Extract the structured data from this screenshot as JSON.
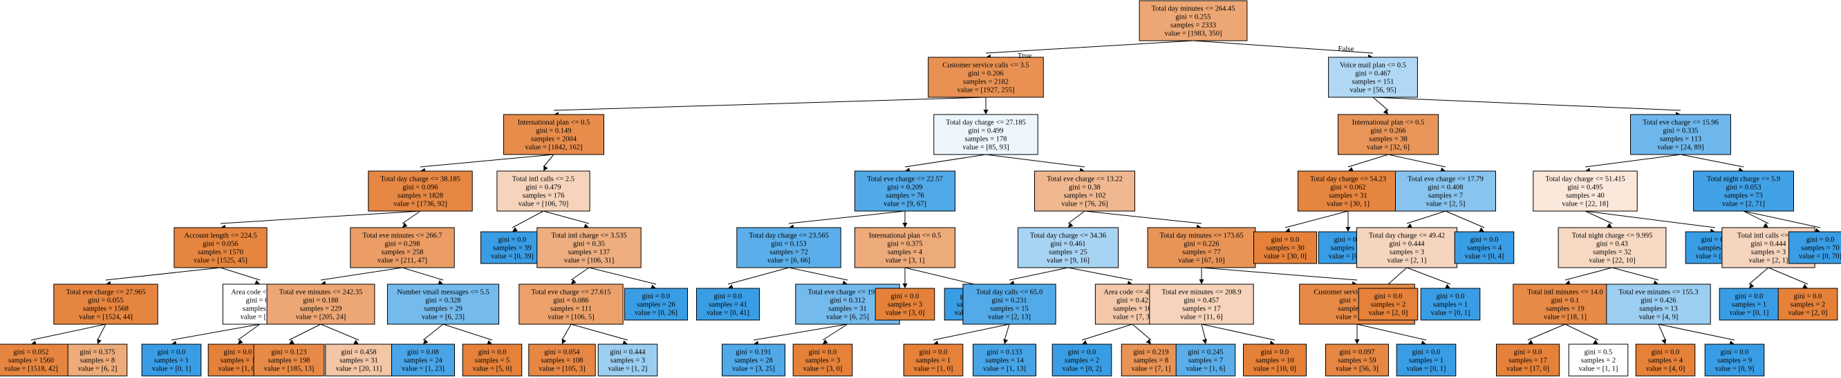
{
  "tree": {
    "root_true_label": "True",
    "root_false_label": "False",
    "colors": {
      "orange_strong": "#e58139",
      "blue_strong": "#399de5",
      "white": "#ffffff"
    },
    "nodes": [
      {
        "id": "n0",
        "class": "orange",
        "purity": 0.7,
        "lines": [
          "Total day minutes <= 264.45",
          "gini = 0.255",
          "samples = 2333",
          "value = [1983, 350]"
        ]
      },
      {
        "id": "n1",
        "class": "orange",
        "purity": 0.87,
        "lines": [
          "Customer service calls <= 3.5",
          "gini = 0.206",
          "samples = 2182",
          "value = [1927, 255]"
        ]
      },
      {
        "id": "n2",
        "class": "blue",
        "purity": 0.4,
        "lines": [
          "Voice mail plan <= 0.5",
          "gini = 0.467",
          "samples = 151",
          "value = [56, 95]"
        ]
      },
      {
        "id": "n3",
        "class": "orange",
        "purity": 0.91,
        "lines": [
          "International plan <= 0.5",
          "gini = 0.149",
          "samples = 2004",
          "value = [1842, 162]"
        ]
      },
      {
        "id": "n4",
        "class": "blue",
        "purity": 0.09,
        "lines": [
          "Total day charge <= 27.185",
          "gini = 0.499",
          "samples = 178",
          "value = [85, 93]"
        ]
      },
      {
        "id": "n5",
        "class": "orange",
        "purity": 0.84,
        "lines": [
          "International plan <= 0.5",
          "gini = 0.266",
          "samples = 38",
          "value = [32, 6]"
        ]
      },
      {
        "id": "n6",
        "class": "blue",
        "purity": 0.73,
        "lines": [
          "Total eve charge <= 15.96",
          "gini = 0.335",
          "samples = 113",
          "value = [24, 89]"
        ]
      },
      {
        "id": "n7",
        "class": "orange",
        "purity": 0.95,
        "lines": [
          "Total day charge <= 38.185",
          "gini = 0.096",
          "samples = 1828",
          "value = [1736, 92]"
        ]
      },
      {
        "id": "n8",
        "class": "orange",
        "purity": 0.34,
        "lines": [
          "Total intl calls <= 2.5",
          "gini = 0.479",
          "samples = 176",
          "value = [106, 70]"
        ]
      },
      {
        "id": "n9",
        "class": "blue",
        "purity": 0.88,
        "lines": [
          "Total eve charge <= 22.57",
          "gini = 0.209",
          "samples = 76",
          "value = [9, 67]"
        ]
      },
      {
        "id": "n10",
        "class": "orange",
        "purity": 0.56,
        "lines": [
          "Total eve charge <= 13.22",
          "gini = 0.38",
          "samples = 102",
          "value = [76, 26]"
        ]
      },
      {
        "id": "n11",
        "class": "orange",
        "purity": 0.97,
        "lines": [
          "Total day charge <= 54.23",
          "gini = 0.062",
          "samples = 31",
          "value = [30, 1]"
        ]
      },
      {
        "id": "n12",
        "class": "blue",
        "purity": 0.6,
        "lines": [
          "Total eve charge <= 17.79",
          "gini = 0.408",
          "samples = 7",
          "value = [2, 5]"
        ]
      },
      {
        "id": "n13",
        "class": "orange",
        "purity": 0.18,
        "lines": [
          "Total day charge <= 51.415",
          "gini = 0.495",
          "samples = 40",
          "value = [22, 18]"
        ]
      },
      {
        "id": "n14",
        "class": "blue",
        "purity": 0.96,
        "lines": [
          "Total night charge <= 5.9",
          "gini = 0.053",
          "samples = 73",
          "value = [2, 71]"
        ]
      },
      {
        "id": "n15",
        "class": "orange",
        "purity": 0.97,
        "lines": [
          "Account length <= 224.5",
          "gini = 0.056",
          "samples = 1570",
          "value = [1525, 45]"
        ]
      },
      {
        "id": "n16",
        "class": "orange",
        "purity": 0.78,
        "lines": [
          "Total eve minutes <= 266.7",
          "gini = 0.298",
          "samples = 258",
          "value = [211, 47]"
        ]
      },
      {
        "id": "n17",
        "class": "blue",
        "purity": 1.0,
        "lines": [
          "gini = 0.0",
          "samples = 39",
          "value = [0, 39]"
        ]
      },
      {
        "id": "n18",
        "class": "orange",
        "purity": 0.64,
        "lines": [
          "Total intl charge <= 3.535",
          "gini = 0.35",
          "samples = 137",
          "value = [106, 31]"
        ]
      },
      {
        "id": "n19",
        "class": "blue",
        "purity": 0.83,
        "lines": [
          "Total day charge <= 23.565",
          "gini = 0.153",
          "samples = 72",
          "value = [6, 66]"
        ]
      },
      {
        "id": "n20",
        "class": "orange",
        "purity": 0.67,
        "lines": [
          "International plan <= 0.5",
          "gini = 0.375",
          "samples = 4",
          "value = [3, 1]"
        ]
      },
      {
        "id": "n21",
        "class": "blue",
        "purity": 0.44,
        "lines": [
          "Total day charge <= 34.36",
          "gini = 0.461",
          "samples = 25",
          "value = [9, 16]"
        ]
      },
      {
        "id": "n22",
        "class": "orange",
        "purity": 0.85,
        "lines": [
          "Total day minutes <= 173.65",
          "gini = 0.226",
          "samples = 77",
          "value = [67, 10]"
        ]
      },
      {
        "id": "n23",
        "class": "orange",
        "purity": 1.0,
        "lines": [
          "gini = 0.0",
          "samples = 30",
          "value = [30, 0]"
        ]
      },
      {
        "id": "n24",
        "class": "blue",
        "purity": 1.0,
        "lines": [
          "gini = 0.0",
          "samples = 1",
          "value = [0, 1]"
        ]
      },
      {
        "id": "n25",
        "class": "orange",
        "purity": 0.33,
        "lines": [
          "Total day charge <= 49.42",
          "gini = 0.444",
          "samples = 3",
          "value = [2, 1]"
        ]
      },
      {
        "id": "n26",
        "class": "blue",
        "purity": 1.0,
        "lines": [
          "gini = 0.0",
          "samples = 4",
          "value = [0, 4]"
        ]
      },
      {
        "id": "n27",
        "class": "orange",
        "purity": 0.31,
        "lines": [
          "Total night charge <= 9.995",
          "gini = 0.43",
          "samples = 32",
          "value = [22, 10]"
        ]
      },
      {
        "id": "n28",
        "class": "blue",
        "purity": 1.0,
        "lines": [
          "gini = 0.0",
          "samples = 8",
          "value = [0, 8]"
        ]
      },
      {
        "id": "n29",
        "class": "orange",
        "purity": 0.33,
        "lines": [
          "Total intl calls <= 2.5",
          "gini = 0.444",
          "samples = 3",
          "value = [2, 1]"
        ]
      },
      {
        "id": "n30",
        "class": "blue",
        "purity": 1.0,
        "lines": [
          "gini = 0.0",
          "samples = 70",
          "value = [0, 70]"
        ]
      },
      {
        "id": "n31",
        "class": "orange",
        "purity": 0.97,
        "lines": [
          "Total eve charge <= 27.965",
          "gini = 0.055",
          "samples = 1568",
          "value = [1524, 44]"
        ]
      },
      {
        "id": "n32",
        "class": "white",
        "purity": 0.0,
        "lines": [
          "Area code <= 462.5",
          "gini = 0.5",
          "samples = 2",
          "value = [1, 1]"
        ]
      },
      {
        "id": "n33",
        "class": "orange",
        "purity": 0.7,
        "lines": [
          "Total eve minutes <= 242.35",
          "gini = 0.188",
          "samples = 229",
          "value = [205, 24]"
        ]
      },
      {
        "id": "n34",
        "class": "blue",
        "purity": 0.7,
        "lines": [
          "Number vmail messages <= 5.5",
          "gini = 0.328",
          "samples = 29",
          "value = [6, 23]"
        ]
      },
      {
        "id": "n35",
        "class": "orange",
        "purity": 0.75,
        "lines": [
          "Total eve charge <= 27.615",
          "gini = 0.086",
          "samples = 111",
          "value = [106, 5]"
        ]
      },
      {
        "id": "n36",
        "class": "blue",
        "purity": 1.0,
        "lines": [
          "gini = 0.0",
          "samples = 26",
          "value = [0, 26]"
        ]
      },
      {
        "id": "n37",
        "class": "blue",
        "purity": 1.0,
        "lines": [
          "gini = 0.0",
          "samples = 41",
          "value = [0, 41]"
        ]
      },
      {
        "id": "n38",
        "class": "blue",
        "purity": 0.7,
        "lines": [
          "Total eve charge <= 19.725",
          "gini = 0.312",
          "samples = 31",
          "value = [6, 25]"
        ]
      },
      {
        "id": "n39",
        "class": "orange",
        "purity": 1.0,
        "lines": [
          "gini = 0.0",
          "samples = 3",
          "value = [3, 0]"
        ]
      },
      {
        "id": "n40",
        "class": "blue",
        "purity": 1.0,
        "lines": [
          "gini = 0.0",
          "samples = 1",
          "value = [0, 1]"
        ]
      },
      {
        "id": "n41",
        "class": "blue",
        "purity": 0.87,
        "lines": [
          "Total day calls <= 65.0",
          "gini = 0.231",
          "samples = 15",
          "value = [2, 13]"
        ]
      },
      {
        "id": "n42",
        "class": "orange",
        "purity": 0.43,
        "lines": [
          "Area code <= 411.5",
          "gini = 0.42",
          "samples = 10",
          "value = [7, 3]"
        ]
      },
      {
        "id": "n43",
        "class": "orange",
        "purity": 0.35,
        "lines": [
          "Total eve minutes <= 208.9",
          "gini = 0.457",
          "samples = 17",
          "value = [11, 6]"
        ]
      },
      {
        "id": "n44",
        "class": "orange",
        "purity": 0.93,
        "lines": [
          "Customer service calls <= 8.5",
          "gini = 0.124",
          "samples = 60",
          "value = [56, 4]"
        ]
      },
      {
        "id": "n45",
        "class": "orange",
        "purity": 1.0,
        "lines": [
          "gini = 0.0",
          "samples = 2",
          "value = [2, 0]"
        ]
      },
      {
        "id": "n46",
        "class": "blue",
        "purity": 1.0,
        "lines": [
          "gini = 0.0",
          "samples = 1",
          "value = [0, 1]"
        ]
      },
      {
        "id": "n47",
        "class": "orange",
        "purity": 0.93,
        "lines": [
          "Total intl minutes <= 14.0",
          "gini = 0.1",
          "samples = 19",
          "value = [18, 1]"
        ]
      },
      {
        "id": "n48",
        "class": "blue",
        "purity": 0.5,
        "lines": [
          "Total eve minutes <= 155.3",
          "gini = 0.426",
          "samples = 13",
          "value = [4, 9]"
        ]
      },
      {
        "id": "n49",
        "class": "blue",
        "purity": 1.0,
        "lines": [
          "gini = 0.0",
          "samples = 1",
          "value = [0, 1]"
        ]
      },
      {
        "id": "n50",
        "class": "orange",
        "purity": 1.0,
        "lines": [
          "gini = 0.0",
          "samples = 2",
          "value = [2, 0]"
        ]
      },
      {
        "id": "n51",
        "class": "orange",
        "purity": 0.97,
        "lines": [
          "gini = 0.052",
          "samples = 1560",
          "value = [1518, 42]"
        ]
      },
      {
        "id": "n52",
        "class": "orange",
        "purity": 0.67,
        "lines": [
          "gini = 0.375",
          "samples = 8",
          "value = [6, 2]"
        ]
      },
      {
        "id": "n53",
        "class": "blue",
        "purity": 1.0,
        "lines": [
          "gini = 0.0",
          "samples = 1",
          "value = [0, 1]"
        ]
      },
      {
        "id": "n54",
        "class": "orange",
        "purity": 1.0,
        "lines": [
          "gini = 0.0",
          "samples = 1",
          "value = [1, 0]"
        ]
      },
      {
        "id": "n55",
        "class": "orange",
        "purity": 0.93,
        "lines": [
          "gini = 0.123",
          "samples = 198",
          "value = [185, 13]"
        ]
      },
      {
        "id": "n56",
        "class": "orange",
        "purity": 0.45,
        "lines": [
          "gini = 0.458",
          "samples = 31",
          "value = [20, 11]"
        ]
      },
      {
        "id": "n57",
        "class": "blue",
        "purity": 0.92,
        "lines": [
          "gini = 0.08",
          "samples = 24",
          "value = [1, 23]"
        ]
      },
      {
        "id": "n58",
        "class": "orange",
        "purity": 1.0,
        "lines": [
          "gini = 0.0",
          "samples = 5",
          "value = [5, 0]"
        ]
      },
      {
        "id": "n59",
        "class": "orange",
        "purity": 0.95,
        "lines": [
          "gini = 0.054",
          "samples = 108",
          "value = [105, 3]"
        ]
      },
      {
        "id": "n60",
        "class": "blue",
        "purity": 0.5,
        "lines": [
          "gini = 0.444",
          "samples = 3",
          "value = [1, 2]"
        ]
      },
      {
        "id": "n61",
        "class": "blue",
        "purity": 0.88,
        "lines": [
          "gini = 0.191",
          "samples = 28",
          "value = [3, 25]"
        ]
      },
      {
        "id": "n62",
        "class": "orange",
        "purity": 1.0,
        "lines": [
          "gini = 0.0",
          "samples = 3",
          "value = [3, 0]"
        ]
      },
      {
        "id": "n63",
        "class": "orange",
        "purity": 1.0,
        "lines": [
          "gini = 0.0",
          "samples = 1",
          "value = [1, 0]"
        ]
      },
      {
        "id": "n64",
        "class": "blue",
        "purity": 0.93,
        "lines": [
          "gini = 0.133",
          "samples = 14",
          "value = [1, 13]"
        ]
      },
      {
        "id": "n65",
        "class": "blue",
        "purity": 1.0,
        "lines": [
          "gini = 0.0",
          "samples = 2",
          "value = [0, 2]"
        ]
      },
      {
        "id": "n66",
        "class": "orange",
        "purity": 0.86,
        "lines": [
          "gini = 0.219",
          "samples = 8",
          "value = [7, 1]"
        ]
      },
      {
        "id": "n67",
        "class": "blue",
        "purity": 0.83,
        "lines": [
          "gini = 0.245",
          "samples = 7",
          "value = [1, 6]"
        ]
      },
      {
        "id": "n68",
        "class": "orange",
        "purity": 1.0,
        "lines": [
          "gini = 0.0",
          "samples = 10",
          "value = [10, 0]"
        ]
      },
      {
        "id": "n69",
        "class": "orange",
        "purity": 0.95,
        "lines": [
          "gini = 0.097",
          "samples = 59",
          "value = [56, 3]"
        ]
      },
      {
        "id": "n70",
        "class": "blue",
        "purity": 1.0,
        "lines": [
          "gini = 0.0",
          "samples = 1",
          "value = [0, 1]"
        ]
      },
      {
        "id": "n71",
        "class": "orange",
        "purity": 1.0,
        "lines": [
          "gini = 0.0",
          "samples = 17",
          "value = [17, 0]"
        ]
      },
      {
        "id": "n72",
        "class": "white",
        "purity": 0.0,
        "lines": [
          "gini = 0.5",
          "samples = 2",
          "value = [1, 1]"
        ]
      },
      {
        "id": "n73",
        "class": "orange",
        "purity": 1.0,
        "lines": [
          "gini = 0.0",
          "samples = 4",
          "value = [4, 0]"
        ]
      },
      {
        "id": "n74",
        "class": "blue",
        "purity": 1.0,
        "lines": [
          "gini = 0.0",
          "samples = 9",
          "value = [0, 9]"
        ]
      }
    ],
    "edges": [
      [
        "n0",
        "n1"
      ],
      [
        "n0",
        "n2"
      ],
      [
        "n1",
        "n3"
      ],
      [
        "n1",
        "n4"
      ],
      [
        "n2",
        "n5"
      ],
      [
        "n2",
        "n6"
      ],
      [
        "n3",
        "n7"
      ],
      [
        "n3",
        "n8"
      ],
      [
        "n4",
        "n9"
      ],
      [
        "n4",
        "n10"
      ],
      [
        "n5",
        "n11"
      ],
      [
        "n5",
        "n12"
      ],
      [
        "n6",
        "n13"
      ],
      [
        "n6",
        "n14"
      ],
      [
        "n7",
        "n15"
      ],
      [
        "n7",
        "n16"
      ],
      [
        "n8",
        "n17"
      ],
      [
        "n8",
        "n18"
      ],
      [
        "n9",
        "n19"
      ],
      [
        "n9",
        "n20"
      ],
      [
        "n10",
        "n21"
      ],
      [
        "n10",
        "n22"
      ],
      [
        "n11",
        "n23"
      ],
      [
        "n11",
        "n24"
      ],
      [
        "n12",
        "n25"
      ],
      [
        "n12",
        "n26"
      ],
      [
        "n13",
        "n27"
      ],
      [
        "n13",
        "n28"
      ],
      [
        "n14",
        "n29"
      ],
      [
        "n14",
        "n30"
      ],
      [
        "n15",
        "n31"
      ],
      [
        "n15",
        "n32"
      ],
      [
        "n16",
        "n33"
      ],
      [
        "n16",
        "n34"
      ],
      [
        "n18",
        "n35"
      ],
      [
        "n18",
        "n36"
      ],
      [
        "n19",
        "n37"
      ],
      [
        "n19",
        "n38"
      ],
      [
        "n20",
        "n39"
      ],
      [
        "n20",
        "n40"
      ],
      [
        "n21",
        "n41"
      ],
      [
        "n21",
        "n42"
      ],
      [
        "n22",
        "n43"
      ],
      [
        "n22",
        "n44"
      ],
      [
        "n25",
        "n45"
      ],
      [
        "n25",
        "n46"
      ],
      [
        "n27",
        "n47"
      ],
      [
        "n27",
        "n48"
      ],
      [
        "n29",
        "n49"
      ],
      [
        "n29",
        "n50"
      ],
      [
        "n31",
        "n51"
      ],
      [
        "n31",
        "n52"
      ],
      [
        "n32",
        "n53"
      ],
      [
        "n32",
        "n54"
      ],
      [
        "n33",
        "n55"
      ],
      [
        "n33",
        "n56"
      ],
      [
        "n34",
        "n57"
      ],
      [
        "n34",
        "n58"
      ],
      [
        "n35",
        "n59"
      ],
      [
        "n35",
        "n60"
      ],
      [
        "n38",
        "n61"
      ],
      [
        "n38",
        "n62"
      ],
      [
        "n41",
        "n63"
      ],
      [
        "n41",
        "n64"
      ],
      [
        "n42",
        "n65"
      ],
      [
        "n42",
        "n66"
      ],
      [
        "n43",
        "n67"
      ],
      [
        "n43",
        "n68"
      ],
      [
        "n44",
        "n69"
      ],
      [
        "n44",
        "n70"
      ],
      [
        "n47",
        "n71"
      ],
      [
        "n47",
        "n72"
      ],
      [
        "n48",
        "n73"
      ],
      [
        "n48",
        "n74"
      ]
    ]
  }
}
